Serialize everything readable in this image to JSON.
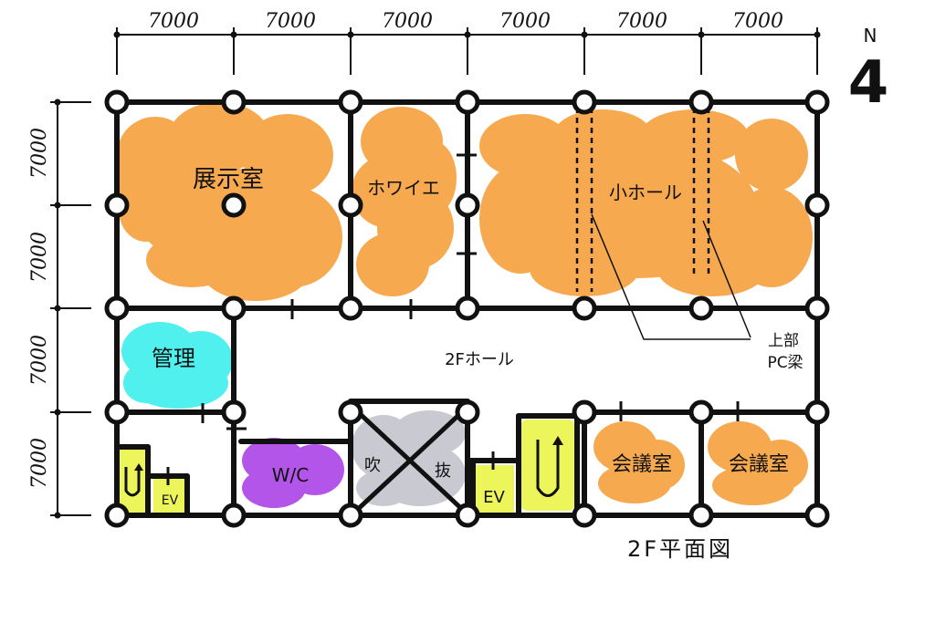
{
  "north": {
    "letter": "N",
    "number": "4"
  },
  "dimensions": {
    "top": [
      "7000",
      "7000",
      "7000",
      "7000",
      "7000",
      "7000"
    ],
    "left": [
      "7000",
      "7000",
      "7000",
      "7000"
    ]
  },
  "rooms": {
    "exhibition": "展示室",
    "foyer": "ホワイエ",
    "small_hall": "小ホール",
    "management": "管理",
    "hall_2f": "2Fホール",
    "wc": "W/C",
    "void_left": "吹",
    "void_right": "抜",
    "ev_left": "EV",
    "ev_center": "EV",
    "meeting_1": "会議室",
    "meeting_2": "会議室"
  },
  "annotation": {
    "line1": "上部",
    "line2": "PC梁"
  },
  "caption": "2F平面図",
  "colors": {
    "orange": "#f7a94f",
    "cyan": "#4ff0ee",
    "purple": "#b455ea",
    "yellow": "#ecf55a",
    "gray": "#c9c9d2"
  }
}
